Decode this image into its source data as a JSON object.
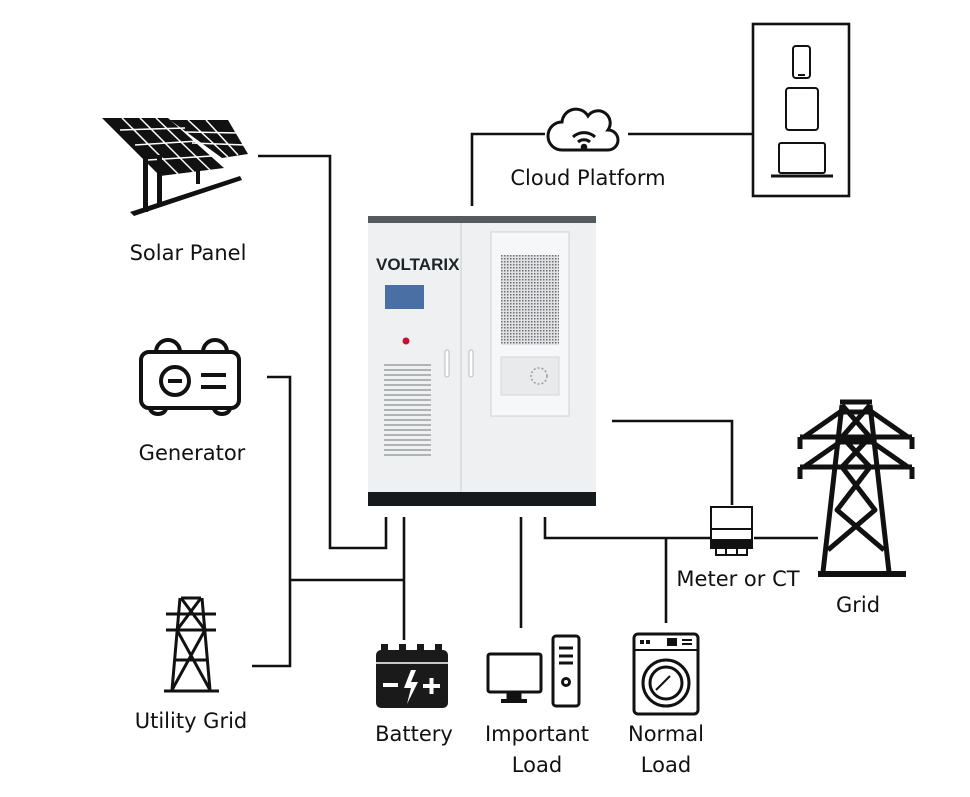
{
  "title": "Energy storage system connection diagram",
  "cabinet": {
    "brand": "VOLTARIX",
    "screen_color": "#4a6fa5",
    "led_color": "#c8102e"
  },
  "nodes": {
    "solar_panel": {
      "label": "Solar Panel"
    },
    "generator": {
      "label": "Generator"
    },
    "utility_grid": {
      "label": "Utility Grid"
    },
    "cloud_platform": {
      "label": "Cloud Platform"
    },
    "devices": {
      "label": "",
      "items": [
        "smartphone",
        "tablet",
        "laptop"
      ]
    },
    "meter": {
      "label": "Meter or CT"
    },
    "grid": {
      "label": "Grid"
    },
    "battery": {
      "label": "Battery"
    },
    "important_load": {
      "label_line1": "Important",
      "label_line2": "Load"
    },
    "normal_load": {
      "label_line1": "Normal",
      "label_line2": "Load"
    }
  },
  "connections": [
    [
      "solar_panel",
      "cabinet"
    ],
    [
      "generator",
      "battery_bus"
    ],
    [
      "utility_grid",
      "battery_bus"
    ],
    [
      "cabinet",
      "battery"
    ],
    [
      "cabinet",
      "important_load"
    ],
    [
      "cabinet",
      "normal_load"
    ],
    [
      "cabinet",
      "meter"
    ],
    [
      "meter",
      "grid"
    ],
    [
      "cabinet",
      "cloud_platform"
    ],
    [
      "cloud_platform",
      "devices"
    ]
  ]
}
